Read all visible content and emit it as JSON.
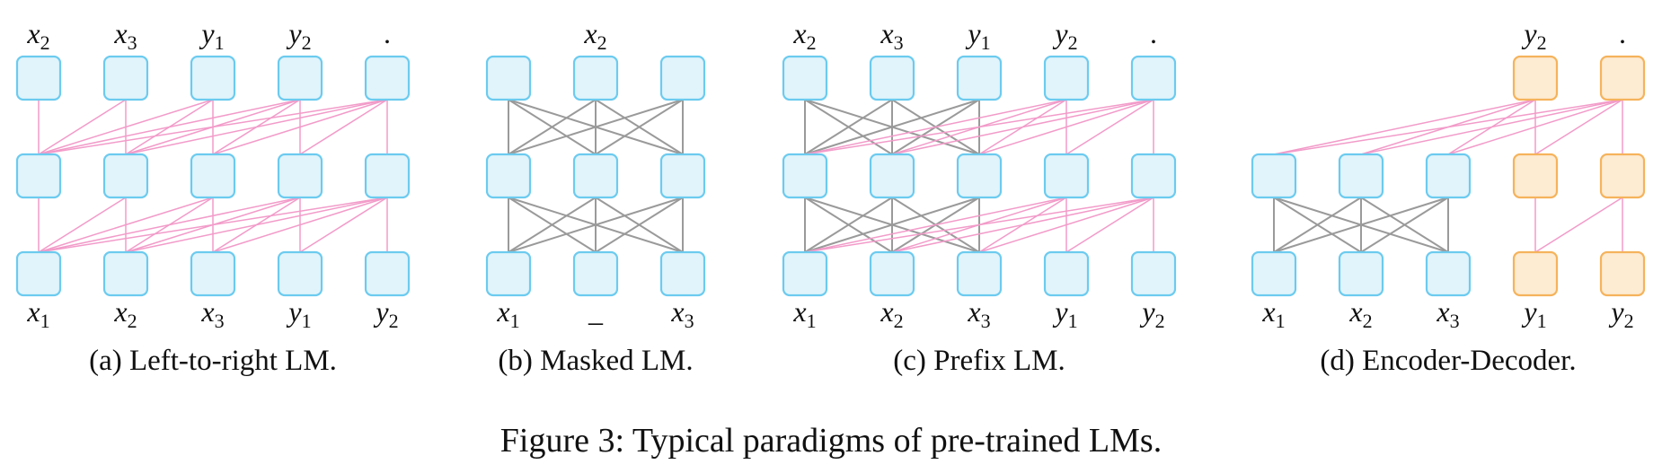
{
  "figure_caption": "Figure 3: Typical paradigms of pre-trained LMs.",
  "colors": {
    "attention_causal": "#f29bc9",
    "attention_bidirectional": "#9a9a9a",
    "node_encoder_fill": "#e1f4fb",
    "node_encoder_border": "#6ccbef",
    "node_decoder_fill": "#fdebd2",
    "node_decoder_border": "#f5b35c"
  },
  "panels": [
    {
      "caption": "(a) Left-to-right LM.",
      "inputs": [
        {
          "base": "x",
          "sub": "1"
        },
        {
          "base": "x",
          "sub": "2"
        },
        {
          "base": "x",
          "sub": "3"
        },
        {
          "base": "y",
          "sub": "1"
        },
        {
          "base": "y",
          "sub": "2"
        }
      ],
      "outputs": [
        {
          "base": "x",
          "sub": "2"
        },
        {
          "base": "x",
          "sub": "3"
        },
        {
          "base": "y",
          "sub": "1"
        },
        {
          "base": "y",
          "sub": "2"
        },
        {
          "base": ".",
          "sub": ""
        }
      ]
    },
    {
      "caption": "(b) Masked LM.",
      "inputs": [
        {
          "base": "x",
          "sub": "1"
        },
        {
          "base": "_",
          "sub": ""
        },
        {
          "base": "x",
          "sub": "3"
        }
      ],
      "outputs": [
        {
          "base": "",
          "sub": ""
        },
        {
          "base": "x",
          "sub": "2"
        },
        {
          "base": "",
          "sub": ""
        }
      ]
    },
    {
      "caption": "(c) Prefix LM.",
      "inputs": [
        {
          "base": "x",
          "sub": "1"
        },
        {
          "base": "x",
          "sub": "2"
        },
        {
          "base": "x",
          "sub": "3"
        },
        {
          "base": "y",
          "sub": "1"
        },
        {
          "base": "y",
          "sub": "2"
        }
      ],
      "outputs": [
        {
          "base": "x",
          "sub": "2"
        },
        {
          "base": "x",
          "sub": "3"
        },
        {
          "base": "y",
          "sub": "1"
        },
        {
          "base": "y",
          "sub": "2"
        },
        {
          "base": ".",
          "sub": ""
        }
      ]
    },
    {
      "caption": "(d) Encoder-Decoder.",
      "inputs": [
        {
          "base": "x",
          "sub": "1"
        },
        {
          "base": "x",
          "sub": "2"
        },
        {
          "base": "x",
          "sub": "3"
        },
        {
          "base": "y",
          "sub": "1"
        },
        {
          "base": "y",
          "sub": "2"
        }
      ],
      "outputs": [
        {
          "base": "y",
          "sub": "2"
        },
        {
          "base": ".",
          "sub": ""
        }
      ]
    }
  ]
}
